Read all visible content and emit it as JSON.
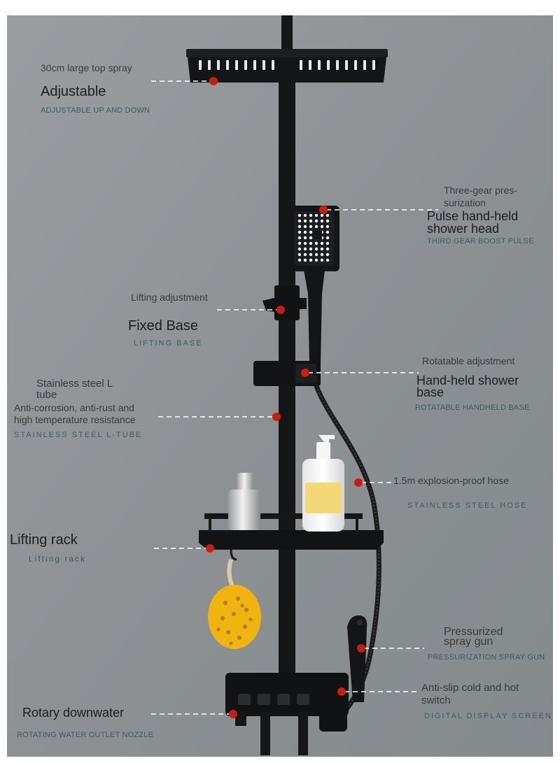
{
  "colors": {
    "wall": "#8f9396",
    "metal": "#151617",
    "marker": "#c81e12",
    "title_text": "#1e1e1e",
    "sub_text": "#3f5a61",
    "sponge": "#f0b410"
  },
  "callouts": {
    "top_spray": {
      "note": "30cm large top spray",
      "title": "Adjustable",
      "sub": "ADJUSTABLE UP AND DOWN"
    },
    "hand_shower": {
      "note_line1": "Three-gear pres-",
      "note_line2": "surization",
      "title_line1": "Pulse hand-held",
      "title_line2": "shower head",
      "sub": "THIRD GEAR BOOST PULSE"
    },
    "fixed_base": {
      "note": "Lifting adjustment",
      "title": "Fixed Base",
      "sub": "LIFTING BASE"
    },
    "handheld_base": {
      "note": "Rotatable adjustment",
      "title_line1": "Hand-held shower",
      "title_line2": "base",
      "sub": "ROTATABLE HANDHELD BASE"
    },
    "l_tube": {
      "title_line1": "Stainless steel L",
      "title_line2": "tube",
      "note_line1": "Anti-corrosion, anti-rust and",
      "note_line2": "high temperature resistance",
      "sub": "STAINLESS STEEL L-TUBE"
    },
    "hose": {
      "note": "1.5m explosion-proof hose",
      "sub": "STAINLESS STEEL HOSE"
    },
    "lifting_rack": {
      "title": "Lifting rack",
      "sub": "Lifting rack"
    },
    "spray_gun": {
      "title_line1": "Pressurized",
      "title_line2": "spray gun",
      "sub": "PRESSURIZATION SPRAY GUN"
    },
    "switch": {
      "title_line1": "Anti-slip cold and hot",
      "title_line2": "switch",
      "sub": "DIGITAL DISPLAY SCREEN"
    },
    "downwater": {
      "title": "Rotary downwater",
      "sub": "ROTATING WATER OUTLET NOZZLE"
    }
  }
}
